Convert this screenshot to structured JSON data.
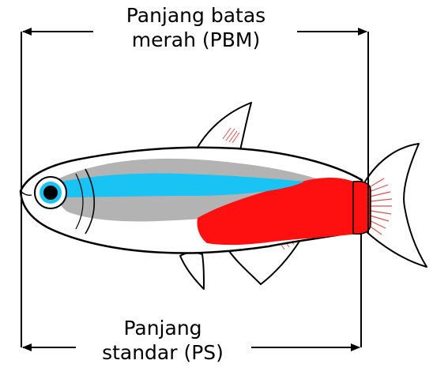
{
  "labels": {
    "top_line1": "Panjang batas",
    "top_line2": "merah (PBM)",
    "bottom_line1": "Panjang",
    "bottom_line2": "standar (PS)"
  },
  "colors": {
    "red_band": "#ff1010",
    "neon_stripe": "#19c3f4",
    "silver_stripe": "#b3b3b3",
    "outline": "#000000",
    "fin_ray": "#e05050"
  }
}
